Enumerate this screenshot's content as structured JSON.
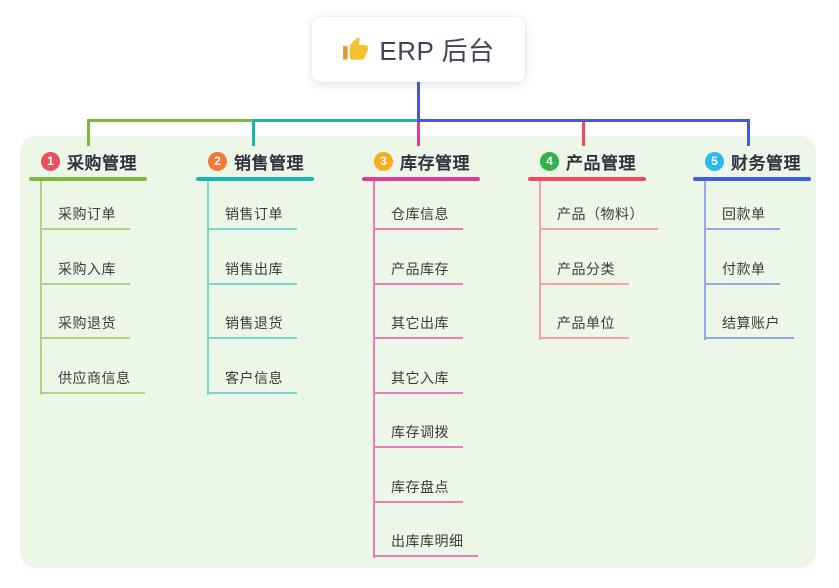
{
  "root": {
    "label": "ERP 后台",
    "icon": "thumbs-up-icon"
  },
  "colors": {
    "canvas_bg": "#ffffff",
    "panel_bg": "#ecf7e8",
    "root_connector": "#4a59d3",
    "root_text": "#3f4457",
    "header_text": "#2f3240",
    "child_text": "#3c3c3c"
  },
  "connectors": {
    "left_segment_color": "#7cb93e",
    "mid_segment_color": "#16b8b0",
    "right_segment_color": "#4a59d3"
  },
  "branches": [
    {
      "badge": "1",
      "label": "采购管理",
      "badge_color": "#e94f5e",
      "line_color": "#7cb93e",
      "child_line_color": "#abd488",
      "children": [
        "采购订单",
        "采购入库",
        "采购退货",
        "供应商信息"
      ]
    },
    {
      "badge": "2",
      "label": "销售管理",
      "badge_color": "#f47a3b",
      "line_color": "#16b8b0",
      "child_line_color": "#7cd5ce",
      "children": [
        "销售订单",
        "销售出库",
        "销售退货",
        "客户信息"
      ]
    },
    {
      "badge": "3",
      "label": "库存管理",
      "badge_color": "#fbab1f",
      "line_color": "#e33a96",
      "child_line_color": "#ee7ab8",
      "children": [
        "仓库信息",
        "产品库存",
        "其它出库",
        "其它入库",
        "库存调拨",
        "库存盘点",
        "出库库明细"
      ]
    },
    {
      "badge": "4",
      "label": "产品管理",
      "badge_color": "#2fb34a",
      "line_color": "#f8485e",
      "child_line_color": "#f9a0ab",
      "children": [
        "产品（物料）",
        "产品分类",
        "产品单位"
      ]
    },
    {
      "badge": "5",
      "label": "财务管理",
      "badge_color": "#2eb6ee",
      "line_color": "#3f60de",
      "child_line_color": "#94a7e8",
      "children": [
        "回款单",
        "付款单",
        "结算账户"
      ]
    }
  ]
}
